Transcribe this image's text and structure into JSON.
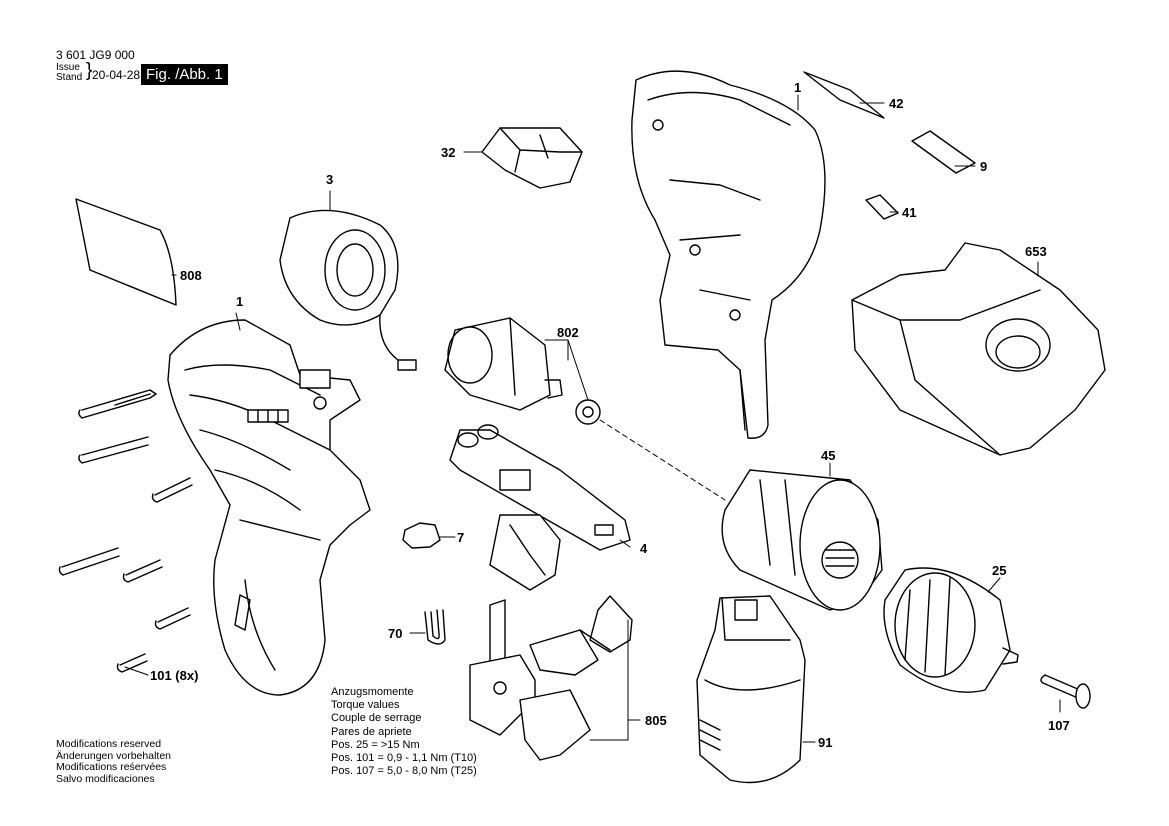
{
  "header": {
    "part_number": "3 601 JG9 000",
    "issue_label": "Issue",
    "stand_label": "Stand",
    "date": "20-04-28",
    "figure_label": "Fig. /Abb. 1"
  },
  "footer_notes": [
    "Modifications reserved",
    "Änderungen vorbehalten",
    "Modifications reśervées",
    "Salvo modificaciones"
  ],
  "torque_notes": [
    "Anzugsmomente",
    "Torque values",
    "Couple de serrage",
    "Pares de apriete",
    "Pos. 25  = >15 Nm",
    "Pos. 101 = 0,9 - 1,1 Nm (T10)",
    "Pos. 107 = 5,0 - 8,0 Nm (T25)"
  ],
  "callouts": {
    "c1_housing_top": "1",
    "c1_housing_left": "1",
    "c3": "3",
    "c4": "4",
    "c7": "7",
    "c9": "9",
    "c25": "25",
    "c32": "32",
    "c41": "41",
    "c42": "42",
    "c45": "45",
    "c70": "70",
    "c91": "91",
    "c101": "101 (8x)",
    "c107": "107",
    "c653": "653",
    "c802": "802",
    "c805": "805",
    "c808": "808"
  }
}
